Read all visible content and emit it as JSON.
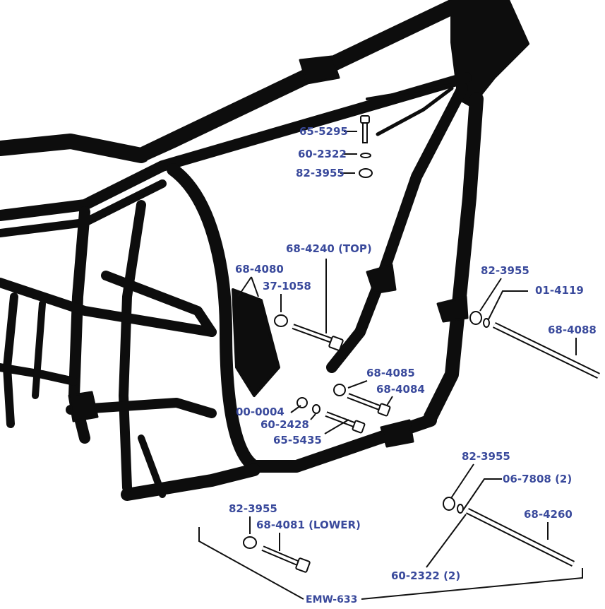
{
  "colors": {
    "label": "#3a4a9c",
    "frame": "#0d0d0d",
    "leader": "#111111",
    "background": "#ffffff"
  },
  "labels": {
    "p65_5295": "65-5295",
    "p60_2322_top": "60-2322",
    "p82_3955_top": "82-3955",
    "p68_4240": "68-4240 (TOP)",
    "p68_4080": "68-4080",
    "p37_1058": "37-1058",
    "p82_3955_right": "82-3955",
    "p01_4119": "01-4119",
    "p68_4088": "68-4088",
    "p68_4085": "68-4085",
    "p68_4084": "68-4084",
    "p00_0004": "00-0004",
    "p60_2428": "60-2428",
    "p65_5435": "65-5435",
    "p82_3955_lower_right": "82-3955",
    "p06_7808": "06-7808 (2)",
    "p68_4260": "68-4260",
    "p82_3955_lower_left": "82-3955",
    "p68_4081": "68-4081 (LOWER)",
    "p60_2322_lower": "60-2322 (2)",
    "emw_633": "EMW-633"
  }
}
